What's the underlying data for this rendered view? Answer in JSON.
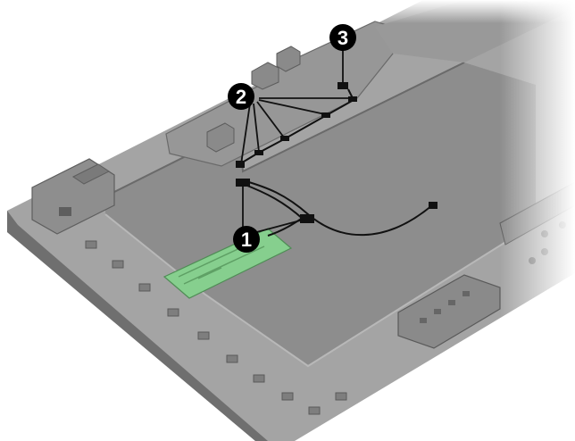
{
  "diagram": {
    "colors": {
      "chassis_top": "#a3a3a3",
      "chassis_dark": "#7c7c7c",
      "chassis_edge": "#5e5e5e",
      "board": "#86cf8e",
      "cable": "#111111",
      "callout_fill": "#000000",
      "callout_text": "#ffffff"
    },
    "callouts": [
      {
        "label": "1"
      },
      {
        "label": "2"
      },
      {
        "label": "3"
      }
    ]
  }
}
